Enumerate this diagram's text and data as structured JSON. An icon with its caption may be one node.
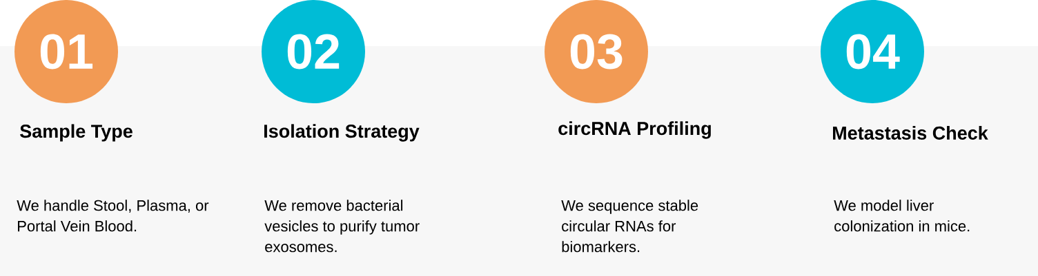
{
  "diagram": {
    "nodes": [
      {
        "text": [
          "01"
        ],
        "beside": [
          "Sample Type"
        ]
      },
      {
        "text": [
          "02"
        ],
        "beside": [
          "Isolation Strategy"
        ]
      },
      {
        "text": [
          "03"
        ],
        "beside": [
          "circRNA Profiling"
        ]
      },
      {
        "text": [
          "04"
        ],
        "beside": [
          "Metastasis Check"
        ]
      }
    ],
    "labels": [
      "We handle Stool, Plasma, or Portal Vein Blood.",
      "We remove bacterial vesicles to purify tumor exosomes.",
      "We sequence stable circular RNAs for biomarkers.",
      "We model liver colonization in mice."
    ]
  }
}
